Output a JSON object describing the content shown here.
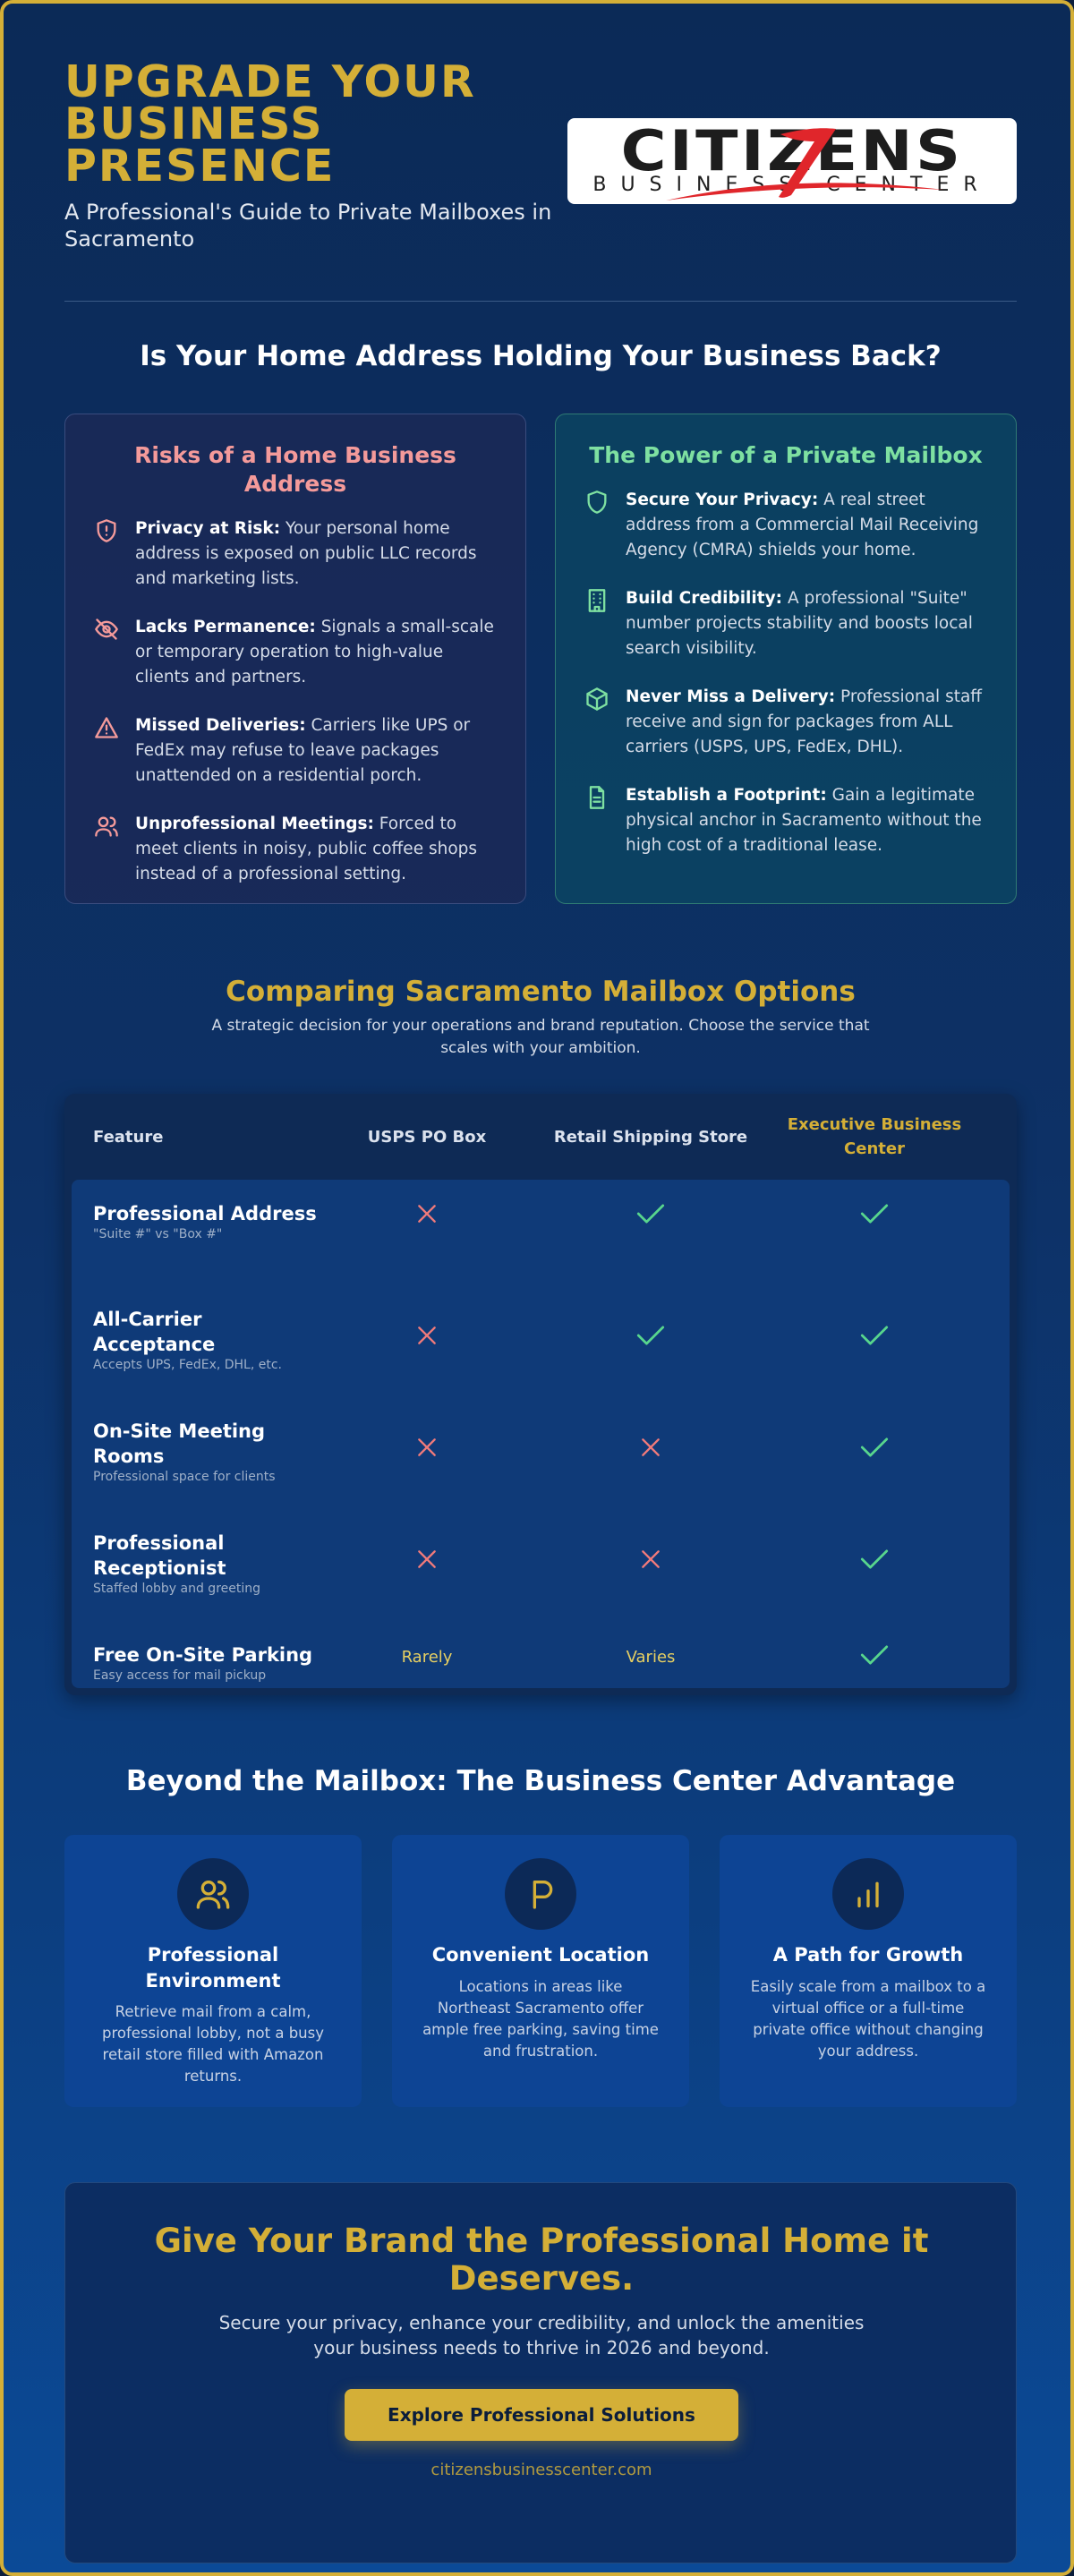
{
  "header": {
    "title_lines": [
      "UPGRADE YOUR",
      "BUSINESS",
      "PRESENCE"
    ],
    "subtitle": "A Professional's Guide to Private Mailboxes in Sacramento",
    "logo": {
      "word": "CITIZENS",
      "sub": "BUSINESS CENTER"
    }
  },
  "intro": {
    "title": "Is Your Home Address Holding Your Business Back?"
  },
  "risks": {
    "title": "Risks of a Home Business Address",
    "items": [
      {
        "icon": "shield-alert-icon",
        "label": "Privacy at Risk:",
        "text": "Your personal home address is exposed on public LLC records and marketing lists."
      },
      {
        "icon": "eye-off-icon",
        "label": "Lacks Permanence:",
        "text": "Signals a small-scale or temporary operation to high-value clients and partners."
      },
      {
        "icon": "warning-triangle-icon",
        "label": "Missed Deliveries:",
        "text": "Carriers like UPS or FedEx may refuse to leave packages unattended on a residential porch."
      },
      {
        "icon": "users-icon",
        "label": "Unprofessional Meetings:",
        "text": "Forced to meet clients in noisy, public coffee shops instead of a professional setting."
      }
    ]
  },
  "power": {
    "title": "The Power of a Private Mailbox",
    "items": [
      {
        "icon": "shield-icon",
        "label": "Secure Your Privacy:",
        "text": "A real street address from a Commercial Mail Receiving Agency (CMRA) shields your home."
      },
      {
        "icon": "building-icon",
        "label": "Build Credibility:",
        "text": "A professional \"Suite\" number projects stability and boosts local search visibility."
      },
      {
        "icon": "package-icon",
        "label": "Never Miss a Delivery:",
        "text": "Professional staff receive and sign for packages from ALL carriers (USPS, UPS, FedEx, DHL)."
      },
      {
        "icon": "document-icon",
        "label": "Establish a Footprint:",
        "text": "Gain a legitimate physical anchor in Sacramento without the high cost of a traditional lease."
      }
    ]
  },
  "comparison": {
    "title": "Comparing Sacramento Mailbox Options",
    "subtitle": "A strategic decision for your operations and brand reputation. Choose the service that scales with your ambition.",
    "headers": [
      "Feature",
      "USPS PO Box",
      "Retail Shipping Store",
      "Executive Business Center"
    ],
    "rows": [
      {
        "name": "Professional Address",
        "desc": "\"Suite #\" vs \"Box #\"",
        "values": [
          "no",
          "yes",
          "yes"
        ]
      },
      {
        "name": "All-Carrier Acceptance",
        "desc": "Accepts UPS, FedEx, DHL, etc.",
        "values": [
          "no",
          "yes",
          "yes"
        ]
      },
      {
        "name": "On-Site Meeting Rooms",
        "desc": "Professional space for clients",
        "values": [
          "no",
          "no",
          "yes"
        ]
      },
      {
        "name": "Professional Receptionist",
        "desc": "Staffed lobby and greeting",
        "values": [
          "no",
          "no",
          "yes"
        ]
      },
      {
        "name": "Free On-Site Parking",
        "desc": "Easy access for mail pickup",
        "values": [
          "Rarely",
          "Varies",
          "yes"
        ]
      }
    ]
  },
  "advantage": {
    "title": "Beyond the Mailbox: The Business Center Advantage",
    "cards": [
      {
        "icon": "users-icon",
        "title": "Professional Environment",
        "text": "Retrieve mail from a calm, professional lobby, not a busy retail store filled with Amazon returns."
      },
      {
        "icon": "parking-icon",
        "title": "Convenient Location",
        "text": "Locations in areas like Northeast Sacramento offer ample free parking, saving time and frustration."
      },
      {
        "icon": "bar-chart-icon",
        "title": "A Path for Growth",
        "text": "Easily scale from a mailbox to a virtual office or a full-time private office without changing your address."
      }
    ]
  },
  "cta": {
    "title": "Give Your Brand the Professional Home it Deserves.",
    "text": "Secure your privacy, enhance your credibility, and unlock the amenities your business needs to thrive in 2026 and beyond.",
    "button": "Explore Professional Solutions",
    "link": "citizensbusinesscenter.com"
  },
  "colors": {
    "gold": "#d4af37",
    "risk": "#f49a9a",
    "power": "#7ee0a1",
    "cross": "#f07a7a",
    "check": "#58d68d"
  }
}
